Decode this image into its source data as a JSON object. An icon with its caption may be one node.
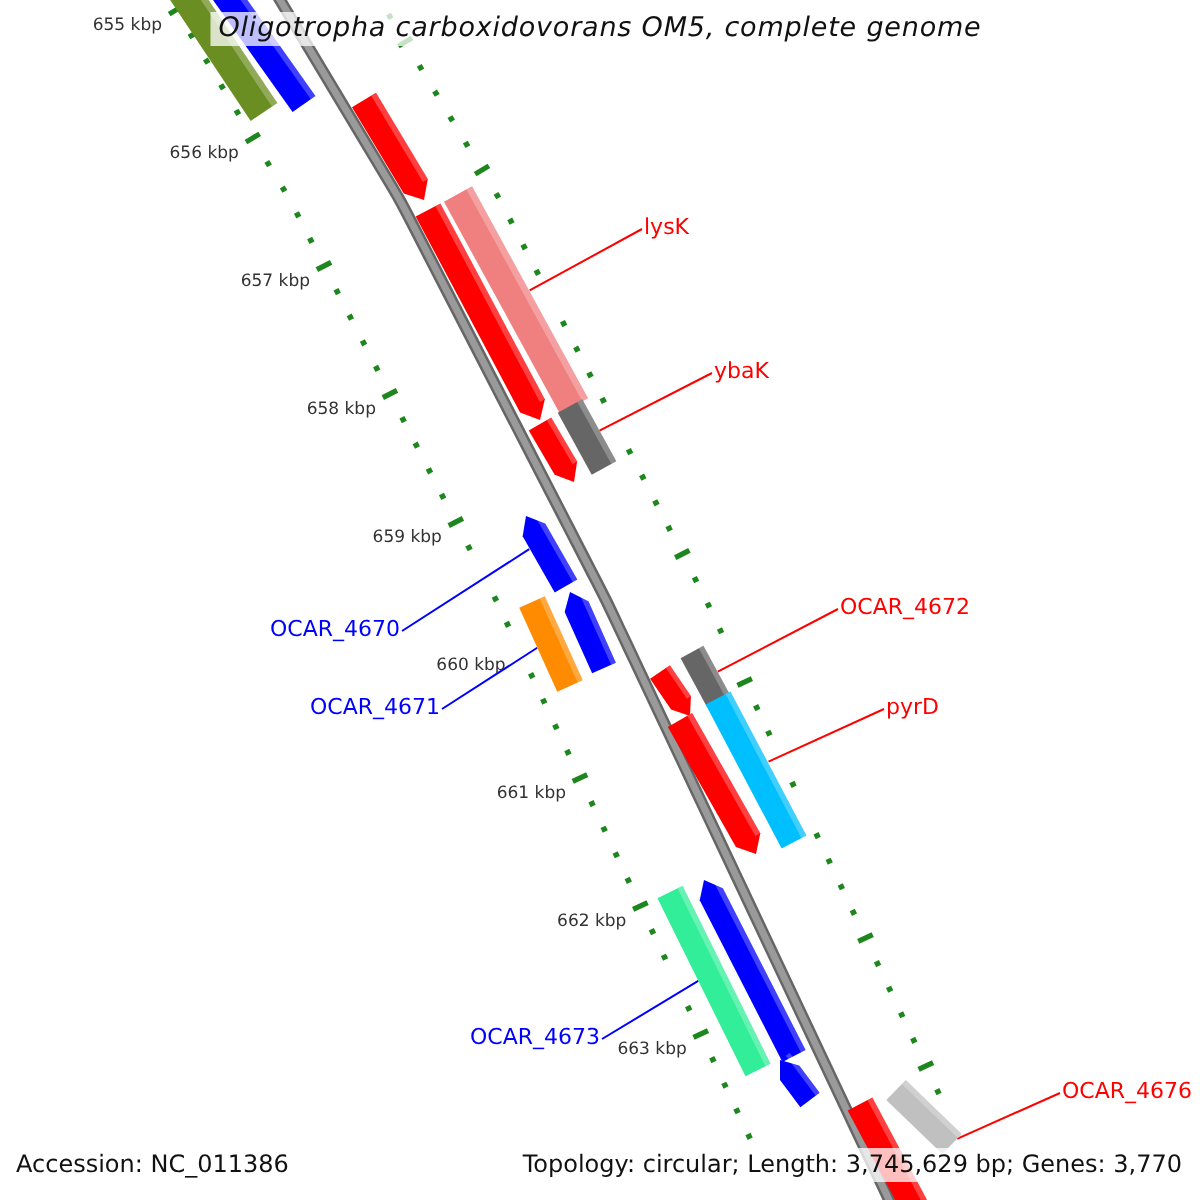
{
  "diagram": {
    "title": "Oligotropha carboxidovorans OM5, complete genome",
    "nodes": [
      {
        "text": [
          "lysK"
        ]
      },
      {
        "text": [
          "ybaK"
        ]
      },
      {
        "text": [
          "OCAR_4672"
        ]
      },
      {
        "text": [
          "OCAR_4670"
        ]
      },
      {
        "text": [
          "OCAR_4671"
        ]
      },
      {
        "text": [
          "pyrD"
        ]
      },
      {
        "text": [
          "OCAR_4673"
        ]
      },
      {
        "text": [
          "OCAR_4676"
        ]
      },
      {
        "text": [],
        "shape": "bar"
      },
      {
        "text": [],
        "shape": "bar"
      },
      {
        "text": [],
        "shape": "bar"
      },
      {
        "text": [],
        "shape": "bar"
      },
      {
        "text": [],
        "shape": "bar"
      },
      {
        "text": [],
        "shape": "bar"
      },
      {
        "text": [],
        "shape": "bar"
      },
      {
        "text": [],
        "shape": "bar"
      }
    ],
    "edges": [
      {
        "from": 0,
        "to": 8,
        "arrow": "none"
      },
      {
        "from": 1,
        "to": 9,
        "arrow": "none"
      },
      {
        "from": 2,
        "to": 10,
        "arrow": "none"
      },
      {
        "from": 3,
        "to": 11,
        "arrow": "none",
        "color": "#0000ff"
      },
      {
        "from": 4,
        "to": 12,
        "arrow": "none",
        "color": "#0000ff"
      },
      {
        "from": 5,
        "to": 13,
        "arrow": "none"
      },
      {
        "from": 6,
        "to": 14,
        "arrow": "none",
        "color": "#0000ff"
      },
      {
        "from": 7,
        "to": 15,
        "arrow": "none"
      }
    ],
    "labels": [
      "655 kbp",
      "656 kbp",
      "657 kbp",
      "658 kbp",
      "659 kbp",
      "660 kbp",
      "661 kbp",
      "662 kbp",
      "663 kbp",
      "Accession: NC_011386",
      "Topology: circular; Length: 3,745,629 bp; Genes: 3,770"
    ]
  }
}
